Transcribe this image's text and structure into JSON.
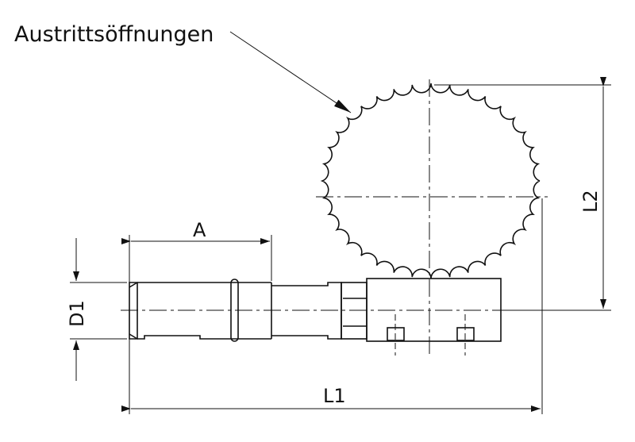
{
  "labels": {
    "outlets": "Austrittsöffnungen",
    "a": "A",
    "d1": "D1",
    "l1": "L1",
    "l2": "L2"
  },
  "colors": {
    "line": "#111111",
    "background": "#ffffff"
  }
}
